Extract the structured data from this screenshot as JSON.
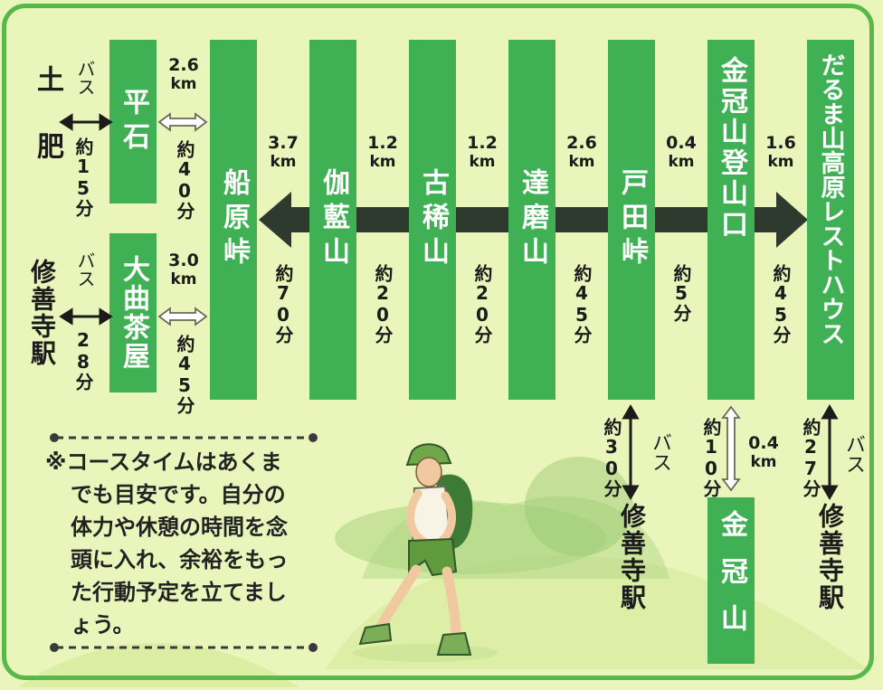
{
  "places": {
    "doi": "土肥",
    "hiraishi": "平石",
    "shuzenji_left": "修善寺駅",
    "omagari_chaya": "大曲茶屋",
    "funabara_toge": "船原峠",
    "garanzan": "伽藍山",
    "kokizan": "古稀山",
    "darumayama": "達磨山",
    "heda_toge": "戸田峠",
    "kanmuriyama_trailhead": "金冠山登山口",
    "rest_house": "だるま山高原レストハウス",
    "shuzenji_mid": "修善寺駅",
    "kanmuriyama": "金冠山",
    "shuzenji_right": "修善寺駅"
  },
  "left_links": {
    "top": {
      "mode": "バス",
      "time": "約15分",
      "dist_value": "2.6",
      "dist_unit": "km",
      "walk_time": "約40分"
    },
    "bottom": {
      "mode": "バス",
      "time": "28分",
      "dist_value": "3.0",
      "dist_unit": "km",
      "walk_time": "約45分"
    }
  },
  "segments": [
    {
      "dist_value": "3.7",
      "dist_unit": "km",
      "time": "約70分"
    },
    {
      "dist_value": "1.2",
      "dist_unit": "km",
      "time": "約20分"
    },
    {
      "dist_value": "1.2",
      "dist_unit": "km",
      "time": "約20分"
    },
    {
      "dist_value": "2.6",
      "dist_unit": "km",
      "time": "約45分"
    },
    {
      "dist_value": "0.4",
      "dist_unit": "km",
      "time": "約5分"
    },
    {
      "dist_value": "1.6",
      "dist_unit": "km",
      "time": "約45分"
    }
  ],
  "bottom_links": {
    "heda": {
      "time": "約30分",
      "mode": "バス"
    },
    "kanmuri": {
      "time": "約10分",
      "dist_value": "0.4",
      "dist_unit": "km"
    },
    "resthouse": {
      "time": "約27分",
      "mode": "バス"
    }
  },
  "note": {
    "line1": "※コースタイムはあくま",
    "line2": "でも目安です。自分の",
    "line3": "体力や休憩の時間を念",
    "line4": "頭に入れ、余裕をもっ",
    "line5": "た行動予定を立てまし",
    "line6": "ょう。"
  },
  "colors": {
    "column": "#3fb154",
    "frame": "#58b94a",
    "background": "#eaf5bb",
    "main_arrow": "#2f3a2f",
    "ink": "#1b1b1b"
  }
}
